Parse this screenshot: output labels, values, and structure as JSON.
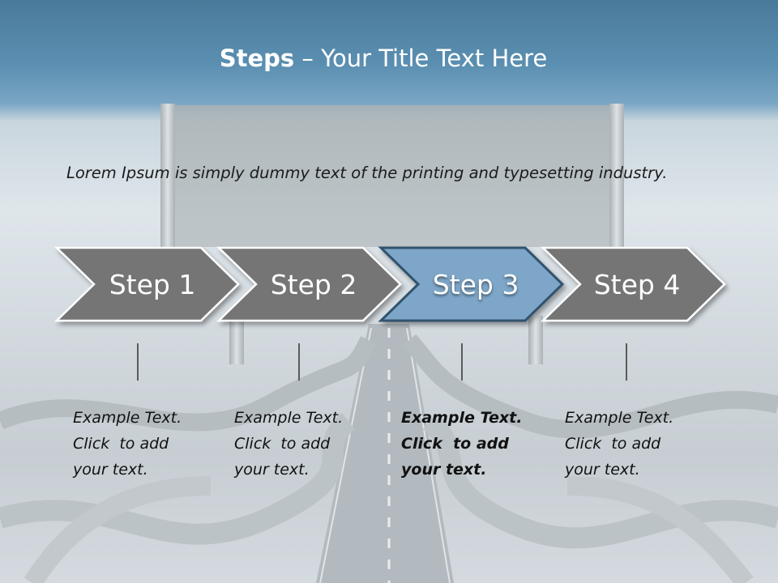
{
  "title": {
    "bold": "Steps",
    "rest": " – Your Title Text Here"
  },
  "intro": "Lorem Ipsum is simply dummy text of the printing and typesetting industry.",
  "steps": [
    {
      "label": "Step 1",
      "active": false,
      "lines": [
        "Example Text.",
        "Click  to add",
        "your text."
      ]
    },
    {
      "label": "Step 2",
      "active": false,
      "lines": [
        "Example Text.",
        "Click  to add",
        "your text."
      ]
    },
    {
      "label": "Step 3",
      "active": true,
      "lines": [
        "Example Text.",
        "Click  to add",
        "your text."
      ]
    },
    {
      "label": "Step 4",
      "active": false,
      "lines": [
        "Example Text.",
        "Click  to add",
        "your text."
      ]
    }
  ],
  "colors": {
    "chevron_gray": "#757575",
    "chevron_active": "#7ea6c8",
    "active_border": "#33536e"
  }
}
